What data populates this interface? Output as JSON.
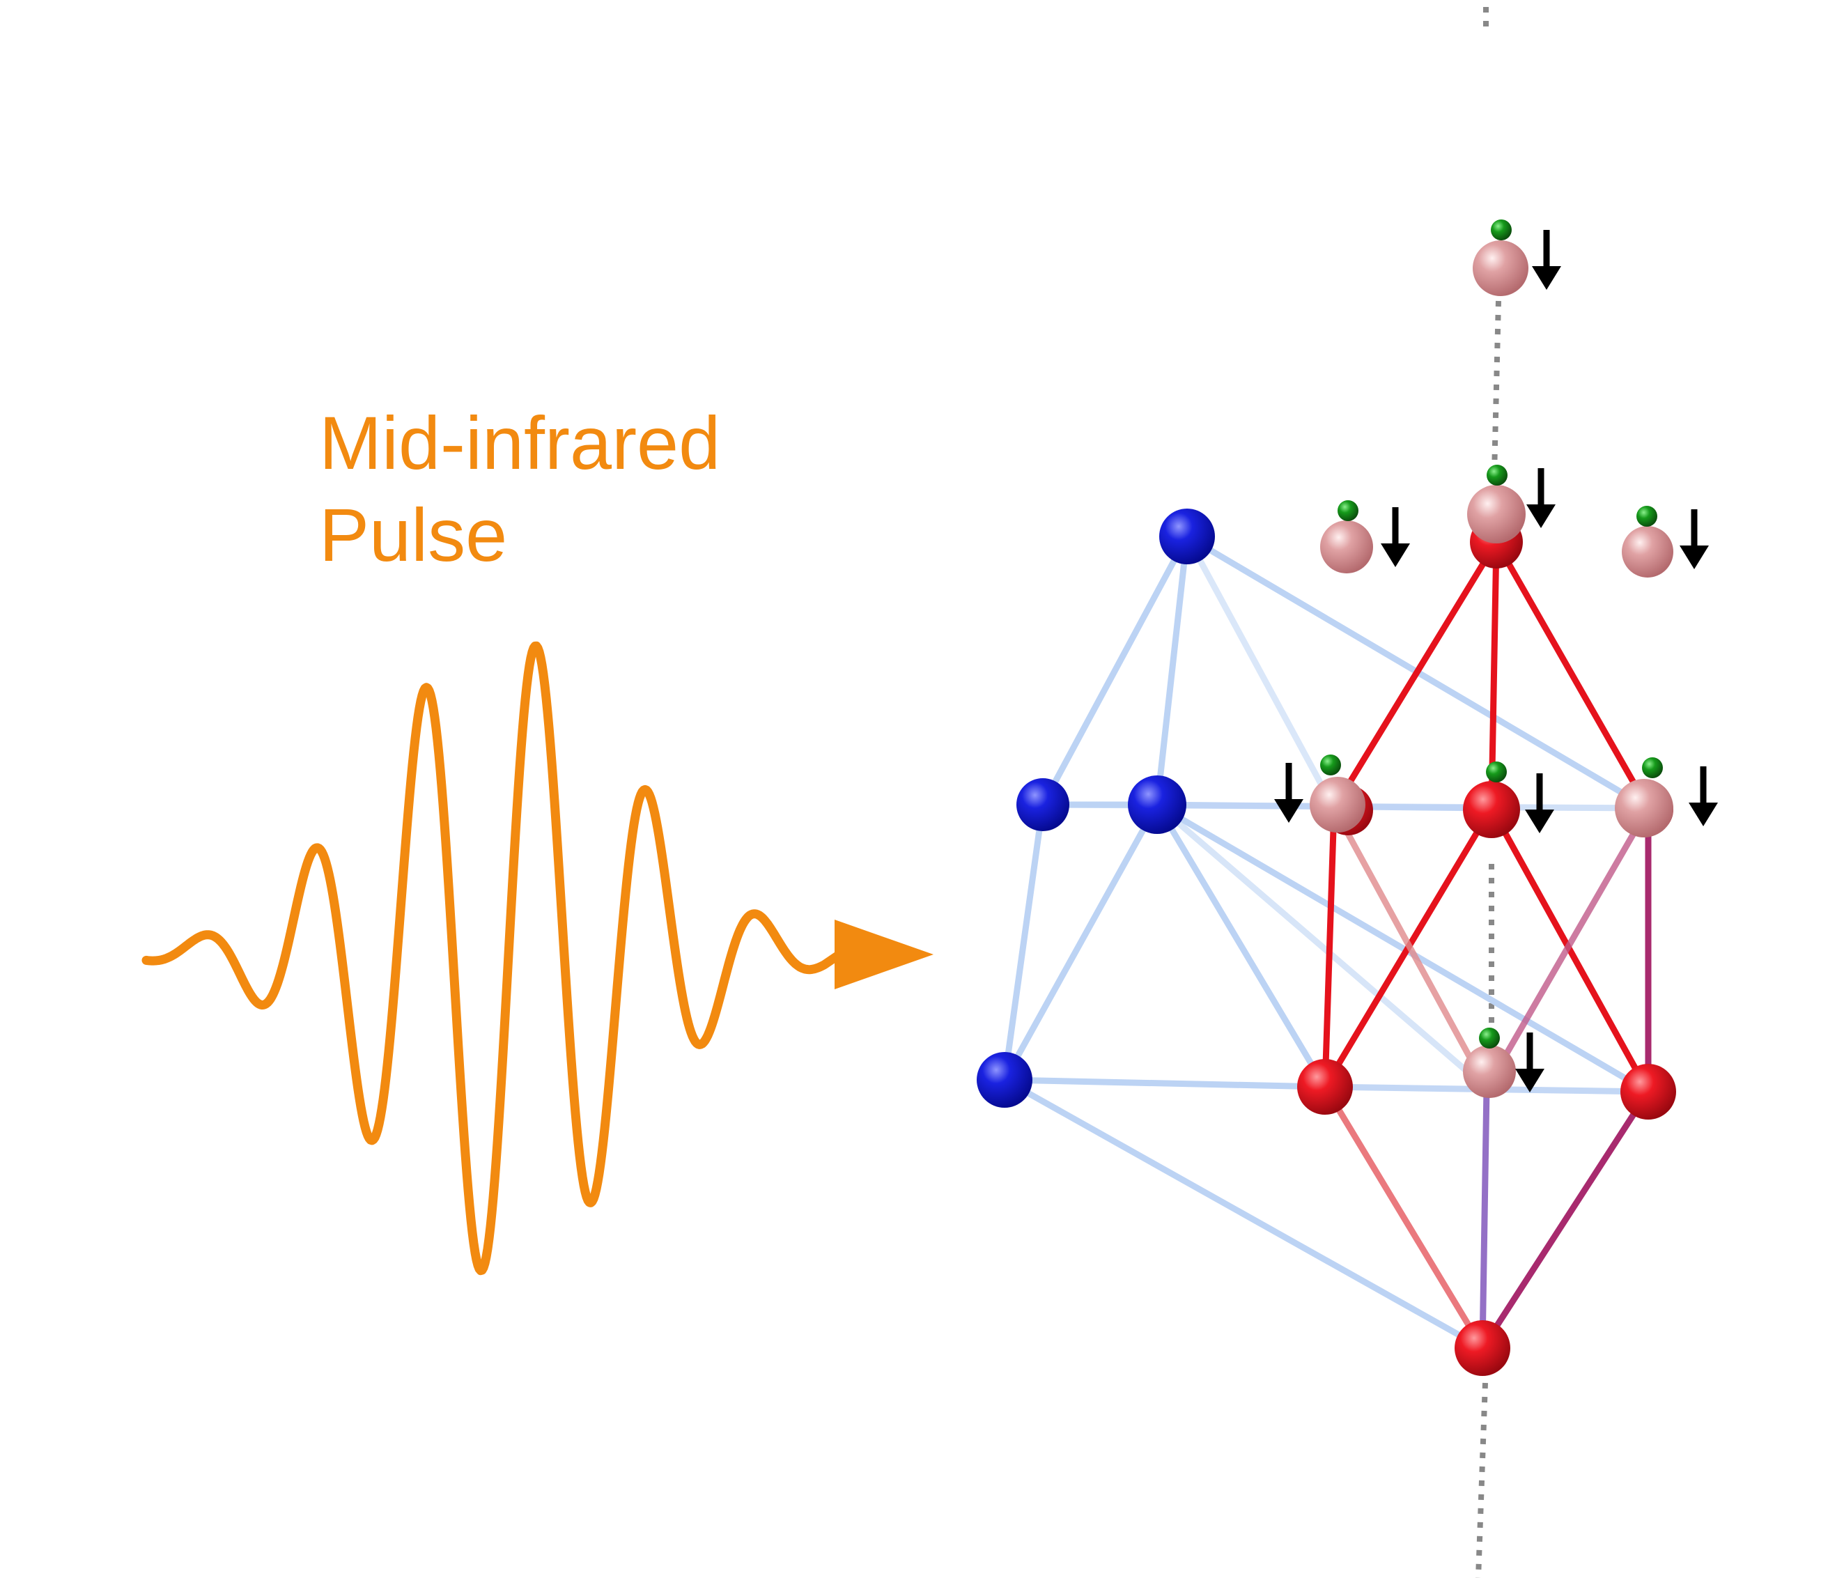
{
  "label": {
    "line1": "Mid-infrared",
    "line2": "Pulse"
  },
  "colors": {
    "pulse": "#F28A10",
    "blue_atom": "#0A10C8",
    "blue_bond": "#BCD3F4",
    "red_atom": "#E0151F",
    "red_bond": "#E5121C",
    "pink_atom": "#D99294",
    "green_atom": "#0F7D13",
    "purple_bond": "#A82A6E",
    "axis": "#888888",
    "arrow": "#000000"
  },
  "icons": {
    "pulse": "wave-packet-arrow",
    "displacement": "down-arrow-icon"
  }
}
